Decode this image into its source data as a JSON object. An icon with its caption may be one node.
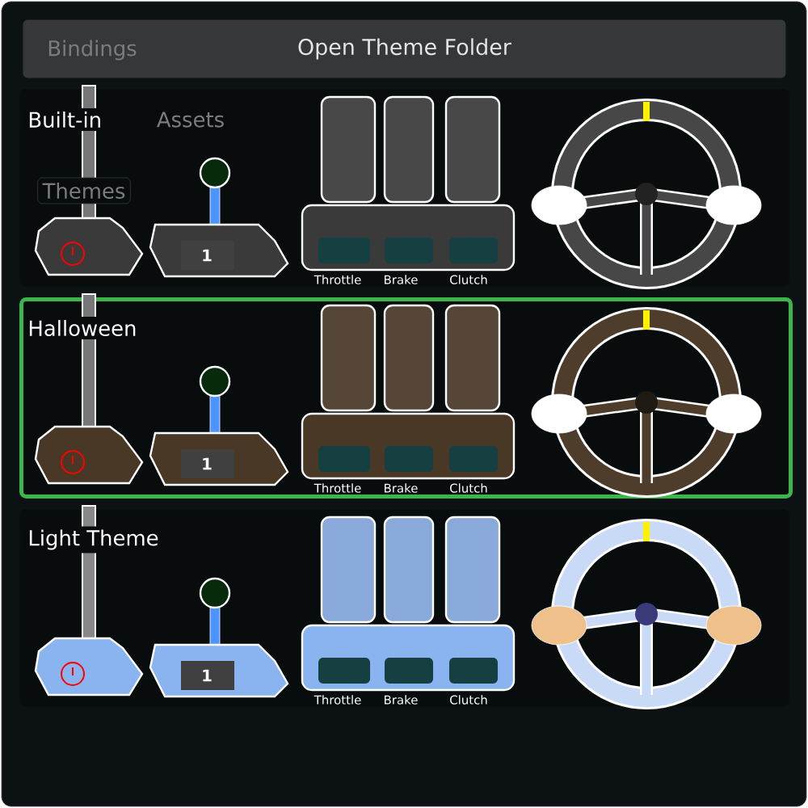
{
  "diagram": {
    "nodes": [
      {
        "text": [
          "Open Theme Folder"
        ]
      },
      {
        "text": [
          "Built-in",
          "1",
          "Throttle",
          "Brake",
          "Clutch"
        ]
      },
      {
        "text": [
          "Halloween",
          "1",
          "Throttle",
          "Brake",
          "Clutch"
        ]
      },
      {
        "text": [
          "Light Theme",
          "1",
          "Throttle",
          "Brake",
          "Clutch"
        ]
      }
    ],
    "labels": [
      "Bindings",
      "Assets",
      "Themes"
    ]
  }
}
